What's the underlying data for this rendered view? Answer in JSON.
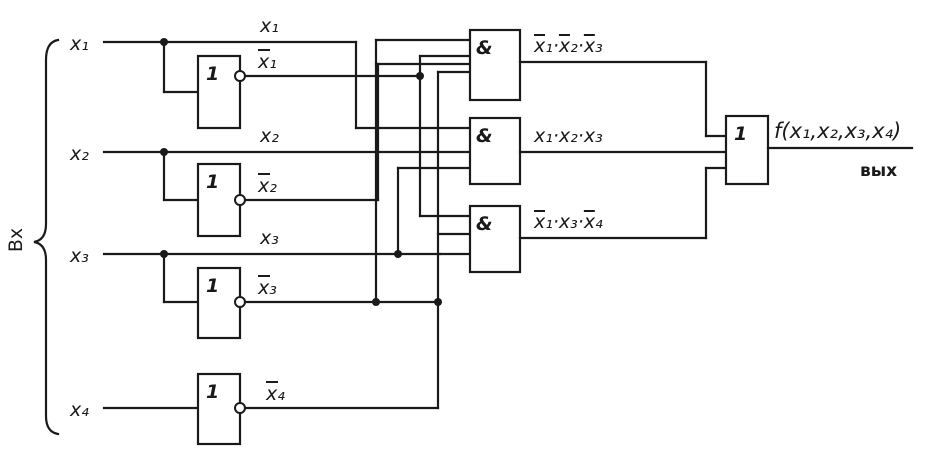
{
  "inputs_group_label": "Bx",
  "inputs": [
    "x₁",
    "x₂",
    "x₃",
    "x₄"
  ],
  "wire_labels": [
    "x₁",
    "x₂",
    "x₃"
  ],
  "inverted_labels": [
    "x₁",
    "x₂",
    "x₃",
    "x₄"
  ],
  "not_gate_symbol": "1",
  "and_gate_symbol": "&",
  "or_gate_symbol": "1",
  "products": [
    {
      "terms": [
        "x₁",
        "x₂",
        "x₃"
      ],
      "inverted": [
        true,
        true,
        true
      ]
    },
    {
      "terms": [
        "x₁",
        "x₂",
        "x₃"
      ],
      "inverted": [
        false,
        false,
        false
      ]
    },
    {
      "terms": [
        "x₁",
        "x₃",
        "x₄"
      ],
      "inverted": [
        true,
        false,
        true
      ]
    }
  ],
  "product_separator": " · ",
  "output_function": "f(x₁,x₂,x₃,x₄)",
  "output_label": "вых"
}
